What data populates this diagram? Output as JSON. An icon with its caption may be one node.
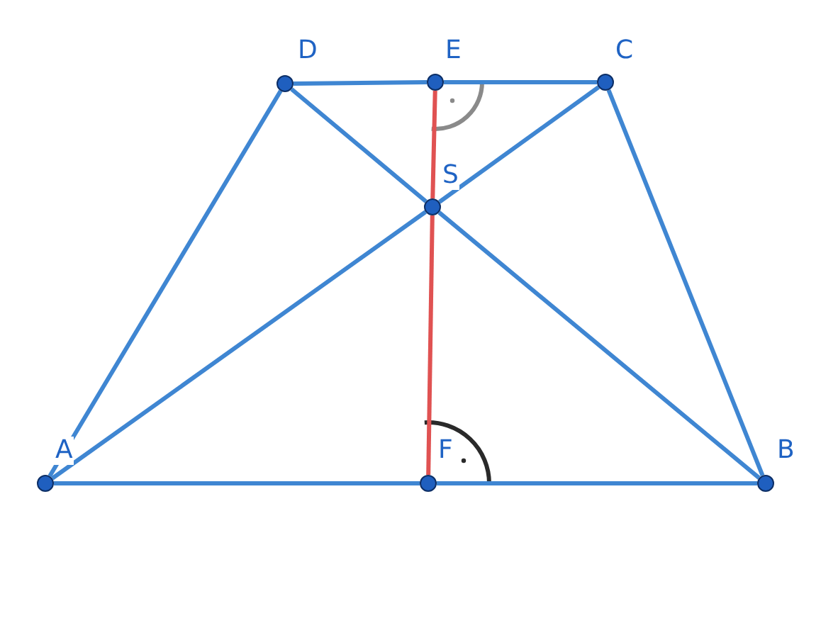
{
  "diagram": {
    "nodes": [
      {
        "text": [],
        "shape": "circle",
        "beside": [
          "D"
        ]
      },
      {
        "text": [],
        "shape": "circle",
        "beside": [
          "E"
        ]
      },
      {
        "text": [],
        "shape": "circle",
        "beside": [
          "C"
        ]
      },
      {
        "text": [],
        "shape": "circle",
        "beside": [
          "S"
        ]
      },
      {
        "text": [],
        "shape": "circle",
        "beside": [
          "A"
        ]
      },
      {
        "text": [],
        "shape": "circle",
        "beside": [
          "F"
        ]
      },
      {
        "text": [],
        "shape": "circle",
        "beside": [
          "B"
        ]
      }
    ],
    "edges": [
      {
        "from": 0,
        "to": 1,
        "arrow": "none"
      },
      {
        "from": 1,
        "to": 2,
        "arrow": "none"
      },
      {
        "from": 2,
        "to": 6,
        "arrow": "none"
      },
      {
        "from": 6,
        "to": 5,
        "arrow": "none"
      },
      {
        "from": 5,
        "to": 4,
        "arrow": "none"
      },
      {
        "from": 4,
        "to": 0,
        "arrow": "none"
      },
      {
        "from": 4,
        "to": 3,
        "arrow": "none"
      },
      {
        "from": 3,
        "to": 2,
        "arrow": "none"
      },
      {
        "from": 0,
        "to": 3,
        "arrow": "none"
      },
      {
        "from": 3,
        "to": 6,
        "arrow": "none"
      },
      {
        "from": 1,
        "to": 3,
        "arrow": "none",
        "color": "#e05252"
      },
      {
        "from": 3,
        "to": 5,
        "arrow": "none",
        "color": "#e05252"
      }
    ]
  }
}
